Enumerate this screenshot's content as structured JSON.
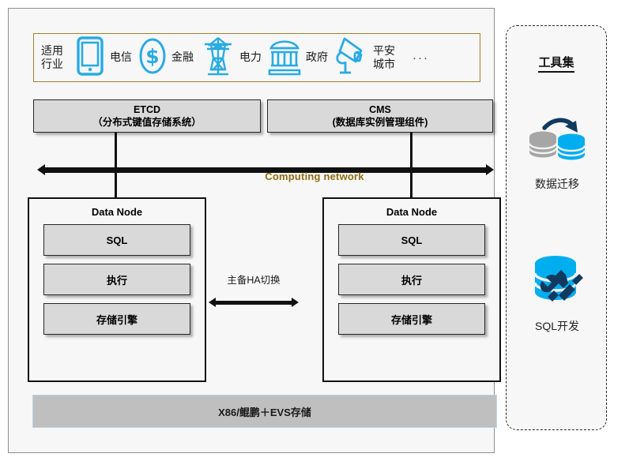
{
  "diagram": {
    "industry": {
      "label": "适用\n行业",
      "items": [
        {
          "icon": "mobile-phone-icon",
          "label": "电信"
        },
        {
          "icon": "dollar-coin-icon",
          "label": "金融"
        },
        {
          "icon": "power-tower-icon",
          "label": "电力"
        },
        {
          "icon": "government-building-icon",
          "label": "政府"
        },
        {
          "icon": "security-camera-icon",
          "label": "平安\n城市"
        }
      ],
      "more": "···"
    },
    "management": [
      {
        "name": "etcd-box",
        "title": "ETCD",
        "subtitle": "（分布式键值存储系统）"
      },
      {
        "name": "cms-box",
        "title": "CMS",
        "subtitle": "(数据库实例管理组件)"
      }
    ],
    "network": {
      "label": "Computing network",
      "color": "#8f6d10"
    },
    "data_nodes": [
      {
        "title": "Data Node",
        "layers": [
          "SQL",
          "执行",
          "存储引擎"
        ]
      },
      {
        "title": "Data Node",
        "layers": [
          "SQL",
          "执行",
          "存储引擎"
        ]
      }
    ],
    "ha": {
      "label": "主备HA切换"
    },
    "infrastructure": {
      "label": "X86/鲲鹏＋EVS存储"
    },
    "toolset": {
      "title": "工具集",
      "items": [
        {
          "icon": "data-migration-icon",
          "label": "数据迁移"
        },
        {
          "icon": "sql-development-icon",
          "label": "SQL开发"
        }
      ]
    },
    "colors": {
      "accent_blue": "#29abe2",
      "industry_border": "#a3802c",
      "network_text": "#8f6d10",
      "box_fill": "#d9d9d9",
      "infra_fill": "#bfbfbf",
      "dark_navy": "#123a5e"
    }
  }
}
